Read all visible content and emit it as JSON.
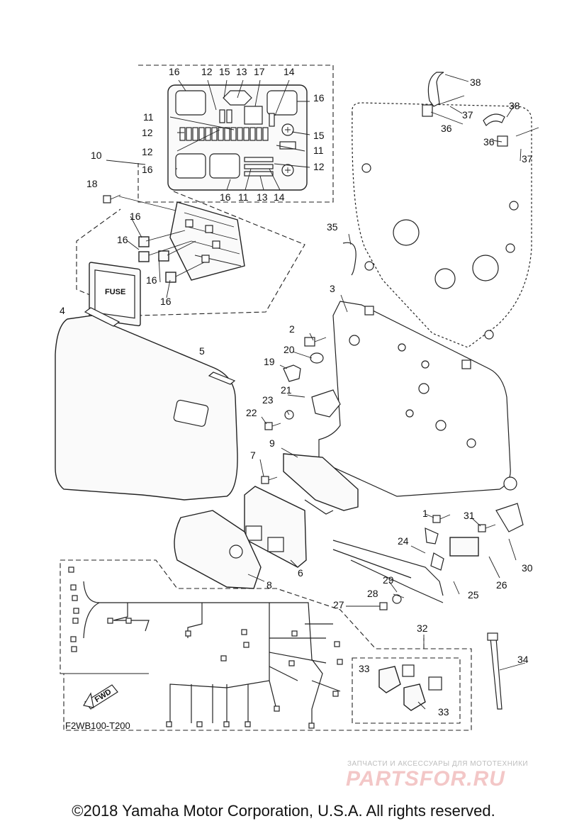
{
  "diagram": {
    "callouts": {
      "c1": "1",
      "c2": "2",
      "c3": "3",
      "c4": "4",
      "c5": "5",
      "c6": "6",
      "c7": "7",
      "c8": "8",
      "c9": "9",
      "c10": "10",
      "c11a": "11",
      "c11b": "11",
      "c11c": "11",
      "c12a": "12",
      "c12b": "12",
      "c12c": "12",
      "c12d": "12",
      "c13a": "13",
      "c13b": "13",
      "c14a": "14",
      "c14b": "14",
      "c15a": "15",
      "c15b": "15",
      "c16a": "16",
      "c16b": "16",
      "c16c": "16",
      "c16d": "16",
      "c16e": "16",
      "c16f": "16",
      "c16g": "16",
      "c16h": "16",
      "c17": "17",
      "c18": "18",
      "c19": "19",
      "c20": "20",
      "c21": "21",
      "c22": "22",
      "c23": "23",
      "c24": "24",
      "c25": "25",
      "c26": "26",
      "c27": "27",
      "c28": "28",
      "c29": "29",
      "c30": "30",
      "c31": "31",
      "c32": "32",
      "c33a": "33",
      "c33b": "33",
      "c34": "34",
      "c35": "35",
      "c36a": "36",
      "c36b": "36",
      "c37a": "37",
      "c37b": "37",
      "c38a": "38",
      "c38b": "38"
    },
    "fuse_label": "FUSE",
    "fwd_label": "FWD",
    "diagram_code": "F2WB100-T200"
  },
  "watermark": {
    "tagline": "ЗАПЧАСТИ И АКСЕССУАРЫ ДЛЯ МОТОТЕХНИКИ",
    "logo": "PARTSFOR.RU"
  },
  "copyright": "©2018 Yamaha Motor Corporation, U.S.A. All rights reserved."
}
